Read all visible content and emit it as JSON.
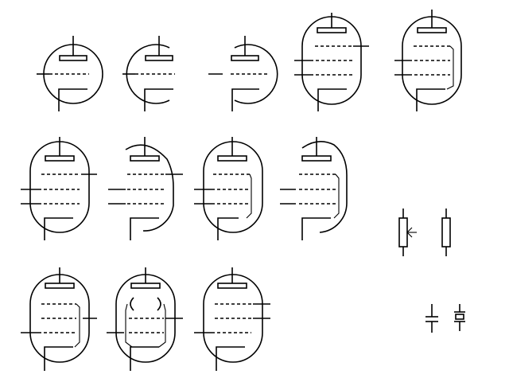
{
  "diagram": {
    "kind": "vacuum tube and passive component schematic symbols",
    "stroke_color": "#000000",
    "background": "#ffffff",
    "symbols": [
      {
        "name": "tube-triode",
        "grids": 1
      },
      {
        "name": "tube-triode-heater",
        "grids": 1
      },
      {
        "name": "tube-triode-open",
        "grids": 1
      },
      {
        "name": "tube-tetrode",
        "grids": 3
      },
      {
        "name": "tube-pentode",
        "grids": 3
      },
      {
        "name": "tube-pentode-side",
        "grids": 3
      },
      {
        "name": "tube-pentode-open",
        "grids": 3
      },
      {
        "name": "tube-pentode-bracket",
        "grids": 3
      },
      {
        "name": "tube-pentode-bracket-open",
        "grids": 3
      },
      {
        "name": "tube-beam-tetrode",
        "grids": 3
      },
      {
        "name": "tube-beam-power",
        "grids": 3
      },
      {
        "name": "tube-hexode",
        "grids": 3
      },
      {
        "name": "potentiometer",
        "grids": 0
      },
      {
        "name": "resistor",
        "grids": 0
      },
      {
        "name": "capacitor",
        "grids": 0
      },
      {
        "name": "crystal",
        "grids": 0
      }
    ]
  }
}
